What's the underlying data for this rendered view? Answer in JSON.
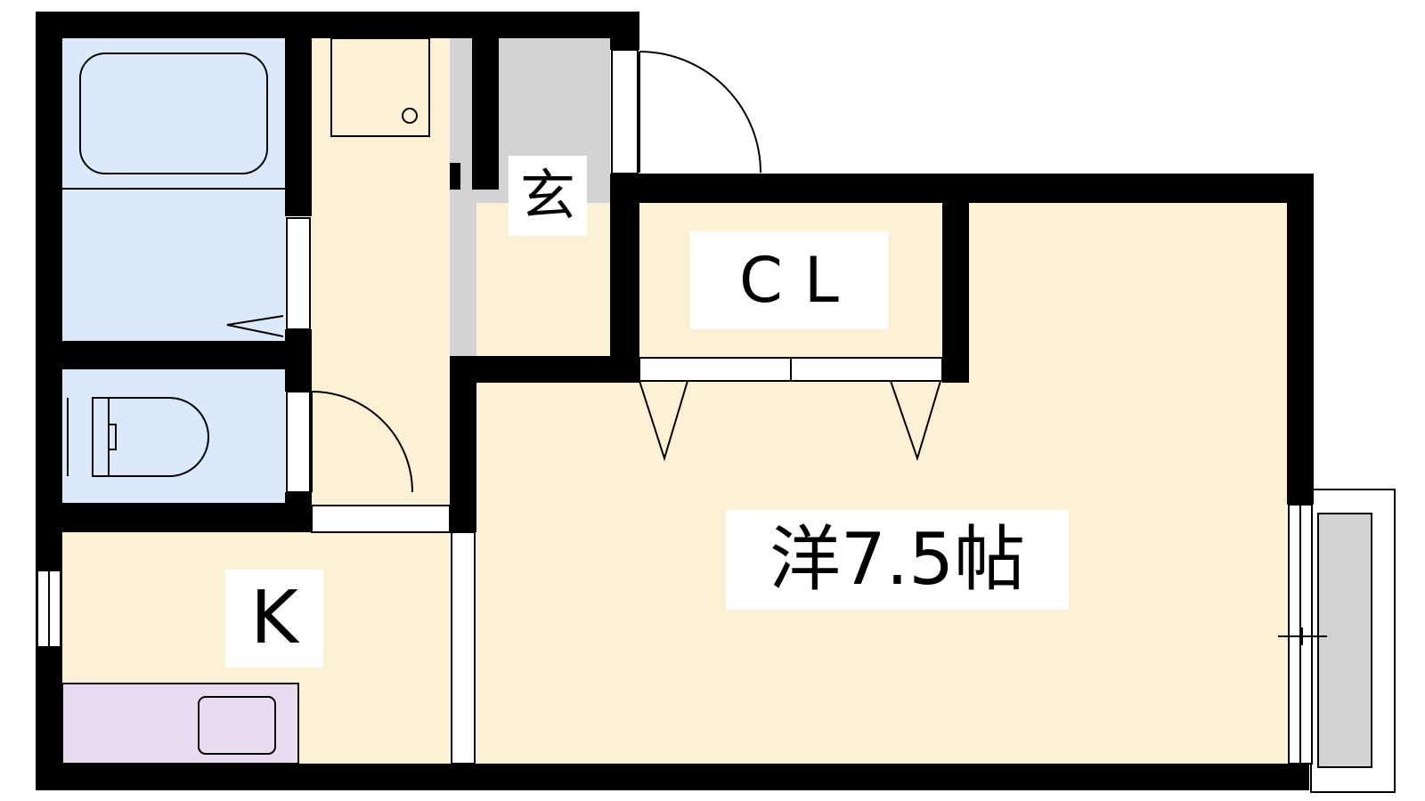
{
  "floorplan": {
    "labels": {
      "genkan": "玄",
      "closet": "CL",
      "western_room": "洋7.5帖",
      "kitchen": "K"
    },
    "colors": {
      "wall": "#000000",
      "wet_area": "#dbe9fb",
      "corridor_floor": "#fdf1d5",
      "room_floor": "#fdf1d5",
      "entrance_floor": "#d3d3d3",
      "closet_floor": "#fcbfbf",
      "kitchen_counter": "#e9dcf1",
      "balcony": "#d3d3d3",
      "label_bg": "#ffffff"
    },
    "icons": [
      "bathtub-icon",
      "washbasin-icon",
      "toilet-icon",
      "sink-icon",
      "door-swing-icon",
      "window-icon"
    ]
  }
}
